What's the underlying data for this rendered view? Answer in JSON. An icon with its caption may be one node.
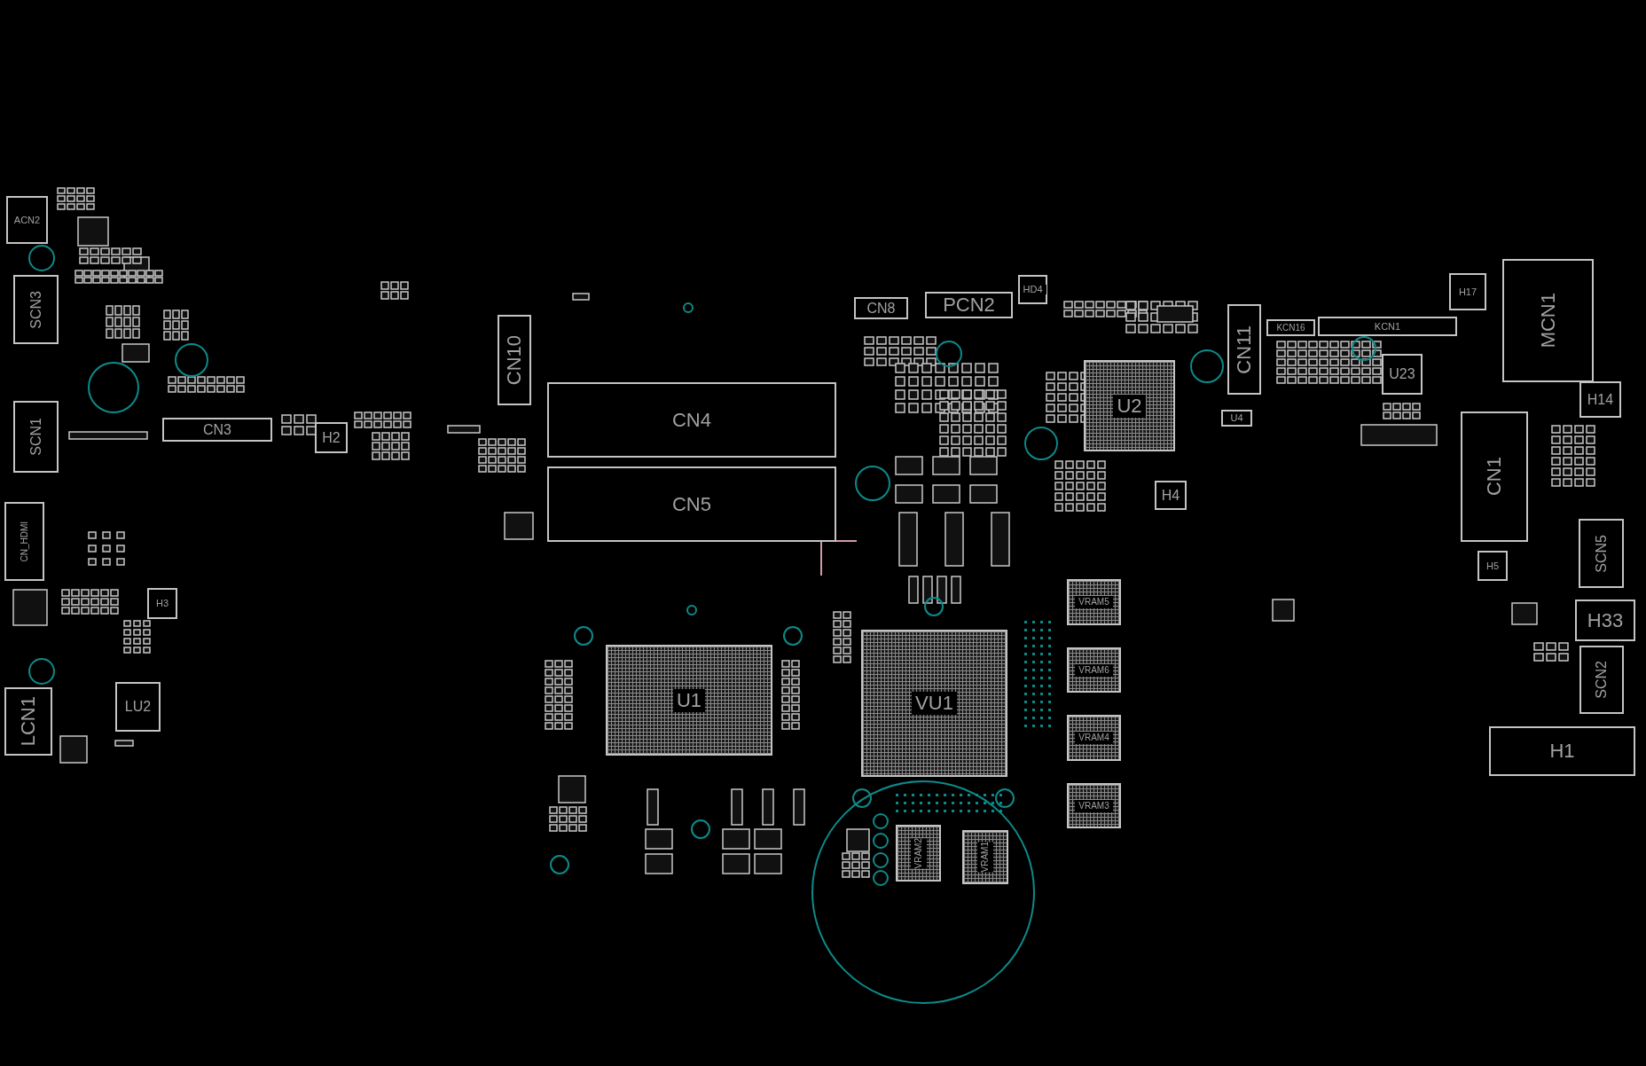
{
  "diagram": {
    "nodes": [
      {
        "text": [
          "ACN2"
        ]
      },
      {
        "text": [
          "HD4"
        ]
      },
      {
        "text": [
          "MCN1"
        ]
      },
      {
        "text": [
          "H17"
        ]
      },
      {
        "text": [
          "CN8"
        ]
      },
      {
        "text": [
          "PCN2"
        ]
      },
      {
        "text": [
          "CN11"
        ]
      },
      {
        "text": [
          "KCN16"
        ]
      },
      {
        "text": [
          "KCN1"
        ]
      },
      {
        "text": [
          "SCN3"
        ]
      },
      {
        "text": [
          "CN10"
        ]
      },
      {
        "text": [
          "U2"
        ]
      },
      {
        "text": [
          "U23"
        ]
      },
      {
        "text": [
          "CN4"
        ]
      },
      {
        "text": [
          "H14"
        ]
      },
      {
        "text": [
          "U4"
        ]
      },
      {
        "text": [
          "SCN1"
        ]
      },
      {
        "text": [
          "CN3"
        ]
      },
      {
        "text": [
          "H2"
        ]
      },
      {
        "text": [
          "CN1"
        ]
      },
      {
        "text": [
          "CN5"
        ]
      },
      {
        "text": [
          "H4"
        ]
      },
      {
        "text": [
          "CN_HDMI"
        ]
      },
      {
        "text": [
          "SCN5"
        ]
      },
      {
        "text": [
          "H5"
        ]
      },
      {
        "text": [
          "VRAM5"
        ]
      },
      {
        "text": [
          "H3"
        ]
      },
      {
        "text": [
          "H33"
        ]
      },
      {
        "text": [
          "VRAM6"
        ]
      },
      {
        "text": [
          "U1"
        ]
      },
      {
        "text": [
          "VU1"
        ]
      },
      {
        "text": [
          "LU2"
        ]
      },
      {
        "text": [
          "SCN2"
        ]
      },
      {
        "text": [
          "LCN1"
        ]
      },
      {
        "text": [
          "VRAM4"
        ]
      },
      {
        "text": [
          "H1"
        ]
      },
      {
        "text": [
          "VRAM3"
        ]
      },
      {
        "text": [
          "VRAM2"
        ]
      },
      {
        "text": [
          "VRAM1"
        ]
      }
    ]
  }
}
